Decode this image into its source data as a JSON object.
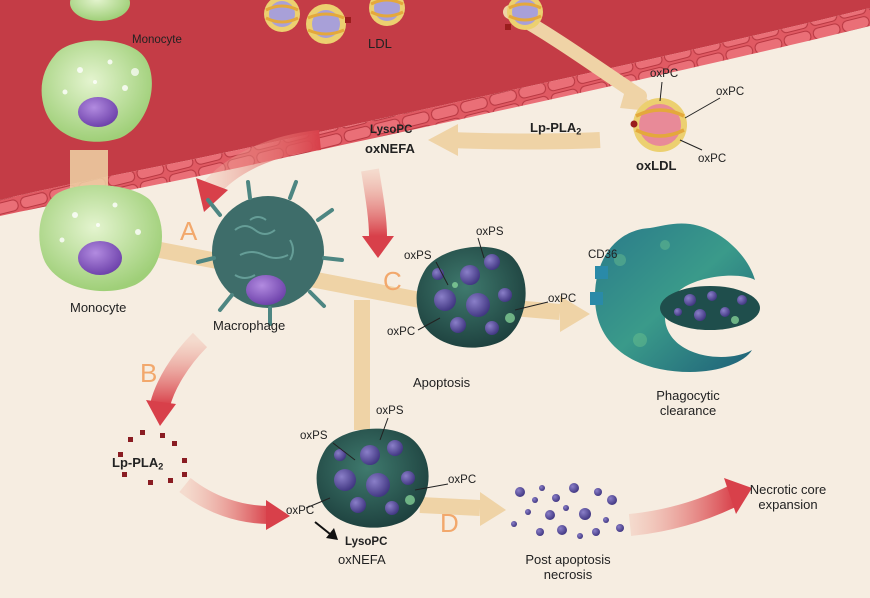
{
  "labels": {
    "monocyte_top": "Monocyte",
    "ldl": "LDL",
    "oxpc": "oxPC",
    "oxps": "oxPS",
    "oxldl": "oxLDL",
    "lppla2": "Lp-PLA",
    "lppla2_sub": "2",
    "lysopc": "LysoPC",
    "oxnefa": "oxNEFA",
    "monocyte": "Monocyte",
    "macrophage": "Macrophage",
    "cd36": "CD36",
    "apoptosis": "Apoptosis",
    "phagocytic_line1": "Phagocytic",
    "phagocytic_line2": "clearance",
    "post_line1": "Post apoptosis",
    "post_line2": "necrosis",
    "necrotic_line1": "Necrotic core",
    "necrotic_line2": "expansion"
  },
  "steps": {
    "a": "A",
    "b": "B",
    "c": "C",
    "d": "D"
  },
  "colors": {
    "vessel": "#c9404a",
    "endothelium": "#e06068",
    "background": "#f6ede1",
    "monocyte": "#bfe0a0",
    "nucleus": "#8a5cc0",
    "macrophage": "#3e7070",
    "apoptotic_cell": "#2f5a55",
    "vesicle": "#5a4f98",
    "beige_arrow": "#efd3a6",
    "red_arrow": "#d8504a",
    "step_letter": "#f2a86c"
  }
}
